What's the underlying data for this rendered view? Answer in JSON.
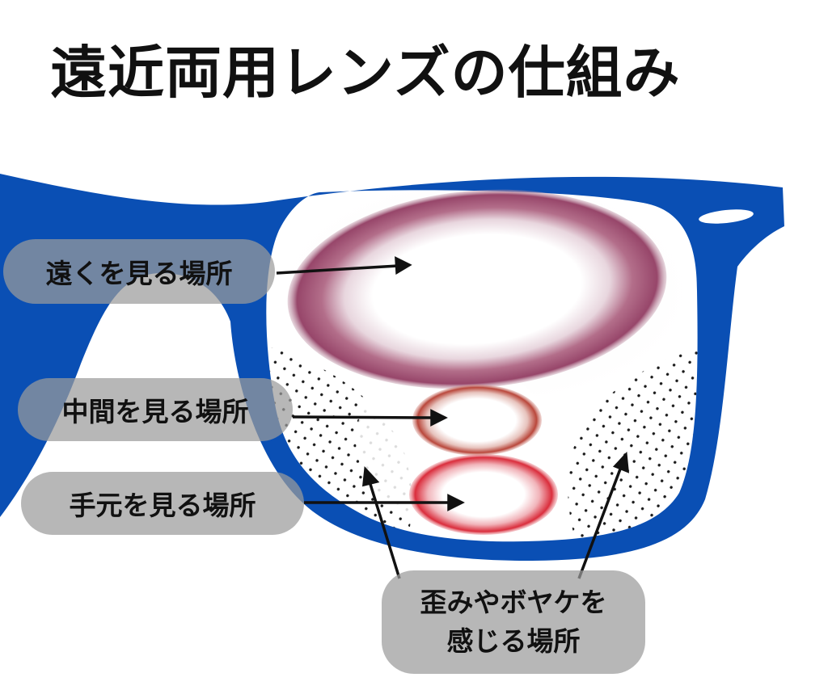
{
  "title": "遠近両用レンズの仕組み",
  "labels": {
    "far": "遠くを見る場所",
    "middle": "中間を見る場所",
    "near": "手元を見る場所",
    "distortion_line1": "歪みやボヤケを",
    "distortion_line2": "感じる場所"
  },
  "colors": {
    "frame": "#0a4fb4",
    "far_ring": "#9c4a6a",
    "middle_ring": "#b24438",
    "near_ring": "#d8303c",
    "label_bg": "#9b9b9b",
    "text": "#111111"
  }
}
